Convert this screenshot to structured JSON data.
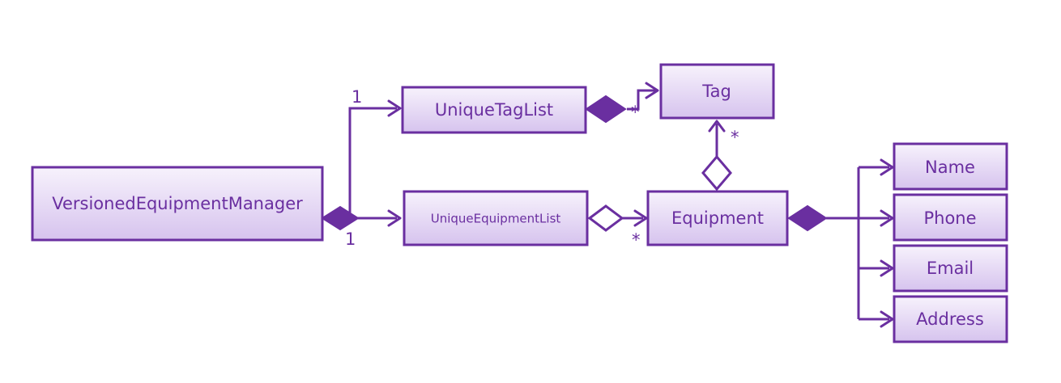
{
  "colors": {
    "stroke": "#6a2fa0",
    "box_fill_top": "#f7f2fc",
    "box_fill_bottom": "#d6c3ee"
  },
  "classes": {
    "versioned_equipment_manager": "VersionedEquipmentManager",
    "unique_tag_list": "UniqueTagList",
    "tag": "Tag",
    "unique_equipment_list": "UniqueEquipmentList",
    "equipment": "Equipment",
    "name": "Name",
    "phone": "Phone",
    "email": "Email",
    "address": "Address"
  },
  "multiplicities": {
    "manager_to_taglist": "1",
    "manager_to_equipmentlist": "1",
    "taglist_to_tag": "*",
    "equipmentlist_to_equipment": "*",
    "equipment_to_tag": "*"
  }
}
